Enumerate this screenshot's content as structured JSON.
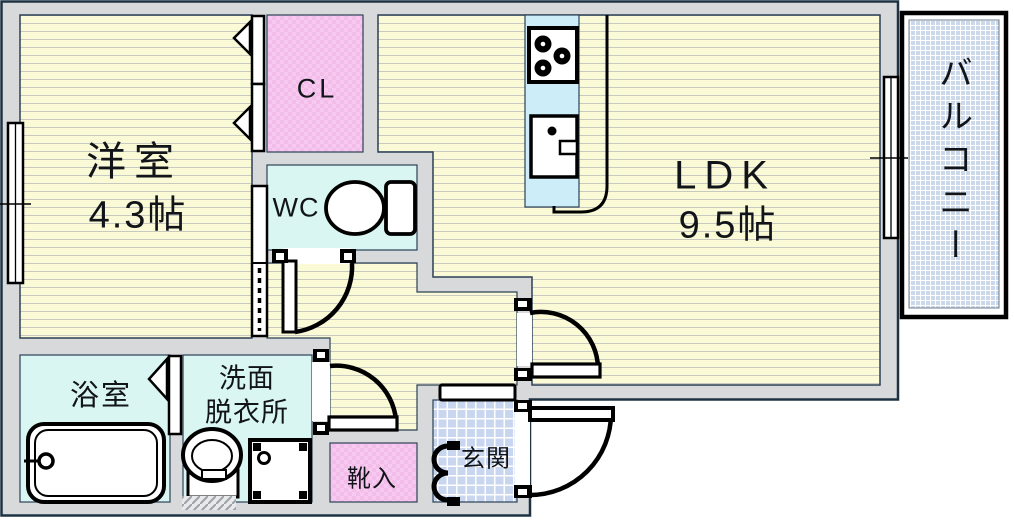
{
  "plan": {
    "title": "apartment-floor-plan",
    "rooms": {
      "western_room": {
        "label": "洋室",
        "size": "4.3帖"
      },
      "closet": {
        "label": "CL"
      },
      "toilet": {
        "label": "WC"
      },
      "ldk": {
        "label": "LDK",
        "size": "9.5帖"
      },
      "balcony": {
        "label": "バルコニー"
      },
      "bathroom": {
        "label": "浴室"
      },
      "washroom": {
        "label_line1": "洗面",
        "label_line2": "脱衣所"
      },
      "shoe_cabinet": {
        "label": "靴入"
      },
      "entrance": {
        "label": "玄関"
      }
    },
    "colors": {
      "wall_fill": "#d8d9db",
      "outline": "#2c4156",
      "room_yellow": "#fbfad6",
      "stripe_gray": "#c8c9c0",
      "room_cyan": "#d9f6f3",
      "kitchen_cyan": "#cdeef8",
      "room_pink": "#f8c9f0",
      "entrance_tile_blue": "#c9d6f0",
      "balcony_blue": "#ccd9eb"
    }
  }
}
